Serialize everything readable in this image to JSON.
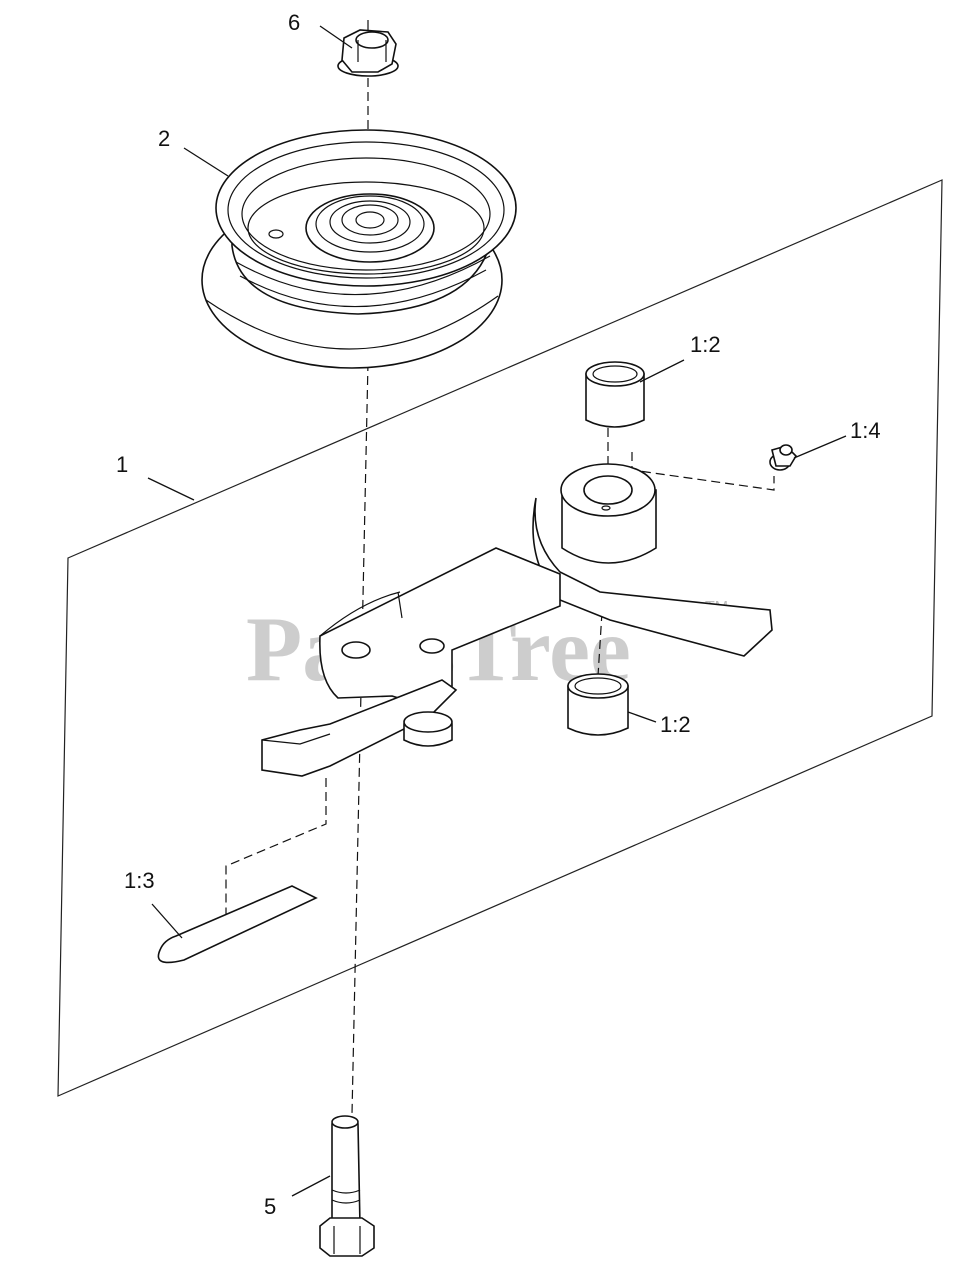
{
  "diagram": {
    "callouts": {
      "nut": "6",
      "pulley": "2",
      "plate": "1",
      "bushing_upper": "1:2",
      "grease_fitting": "1:4",
      "bushing_lower": "1:2",
      "decal": "1:3",
      "bolt": "5"
    },
    "watermark": {
      "text": "PartsTree",
      "trademark": "TM"
    }
  }
}
